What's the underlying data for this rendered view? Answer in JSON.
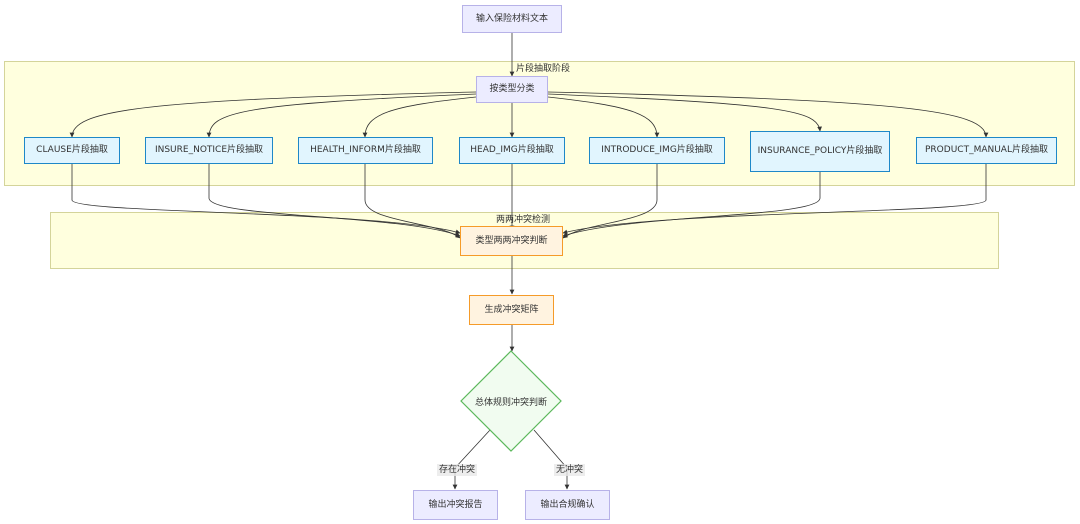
{
  "nodes": {
    "input": "输入保险材料文本",
    "classify": "按类型分类",
    "clause": "CLAUSE片段抽取",
    "insure_notice": "INSURE_NOTICE片段抽取",
    "health_inform": "HEALTH_INFORM片段抽取",
    "head_img": "HEAD_IMG片段抽取",
    "introduce_img": "INTRODUCE_IMG片段抽取",
    "insurance_policy": "INSURANCE_POLICY片段抽取",
    "product_manual": "PRODUCT_MANUAL片段抽取",
    "pairwise_judge": "类型两两冲突判断",
    "matrix": "生成冲突矩阵",
    "overall_judge": "总体规则冲突判断",
    "output_report": "输出冲突报告",
    "output_confirm": "输出合规确认"
  },
  "clusters": {
    "extraction": "片段抽取阶段",
    "conflict": "两两冲突检测"
  },
  "edge_labels": {
    "has_conflict": "存在冲突",
    "no_conflict": "无冲突"
  },
  "colors": {
    "purple_fill": "#ececff",
    "blue_fill": "#e1f5fe",
    "blue_stroke": "#1e88c8",
    "orange_fill": "#fff3e0",
    "orange_stroke": "#f59b29",
    "green_fill": "#f1fcf0",
    "green_stroke": "#5cb85c",
    "cluster_fill": "#ffffde"
  }
}
